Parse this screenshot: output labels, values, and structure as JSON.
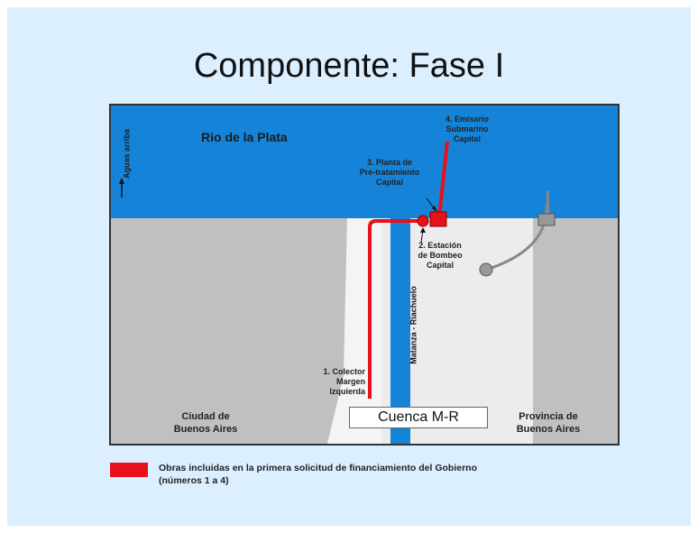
{
  "title": "Componente: Fase I",
  "map": {
    "river_name": "Rio de la Plata",
    "upstream_label": "Aguas arriba",
    "channel_label": "Matanza - Riachuelo",
    "basin_label": "Cuenca M-R",
    "city_label": "Ciudad de\nBuenos Aires",
    "province_label": "Provincia de\nBuenos Aires",
    "works": [
      {
        "id": 1,
        "label": "1. Colector\nMargen\nIzquierda"
      },
      {
        "id": 2,
        "label": "2. Estación\nde Bombeo\nCapital"
      },
      {
        "id": 3,
        "label": "3. Planta de\nPre-tratamiento\nCapital"
      },
      {
        "id": 4,
        "label": "4. Emisario\nSubmarino\nCapital"
      }
    ]
  },
  "legend": {
    "color": "#e8101a",
    "text": "Obras incluidas en la primera solicitud de financiamiento del Gobierno\n(números 1 a 4)"
  },
  "colors": {
    "background": "#dcefff",
    "river": "#1584d8",
    "land": "#c0c0c0",
    "basin": "#ececec",
    "works": "#e8101a",
    "existing": "#808080"
  }
}
